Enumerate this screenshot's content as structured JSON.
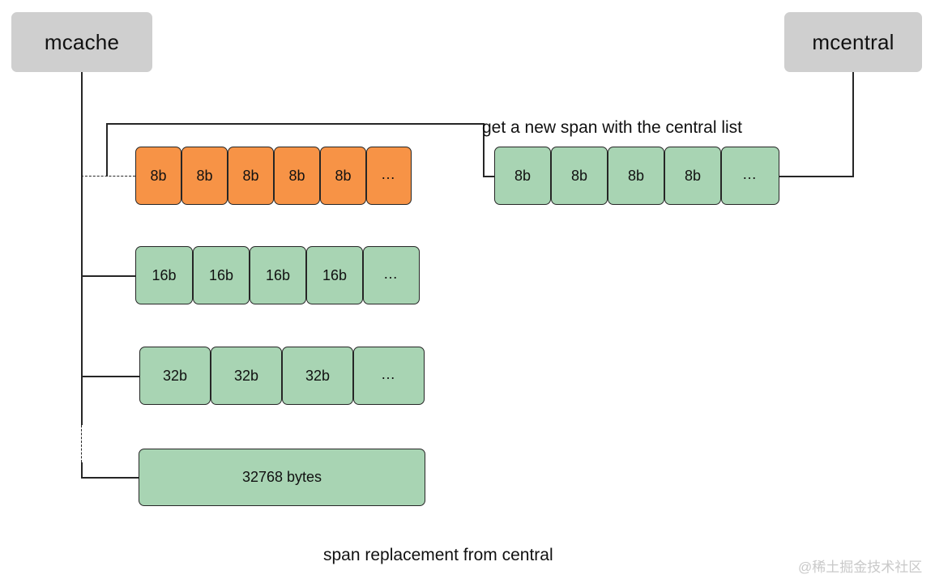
{
  "diagram": {
    "title_caption": "span replacement from central",
    "watermark": "@稀土掘金技术社区",
    "colors": {
      "orange": "#f79346",
      "green": "#a8d4b3",
      "gray": "#cfcfcf",
      "stroke": "#262626",
      "watermark": "#c9c9c9"
    },
    "nodes": {
      "mcache": "mcache",
      "mcentral": "mcentral"
    },
    "annotations": {
      "central_list": "get a new span with the central list"
    },
    "rows": {
      "mcache_8b": {
        "cells": [
          "8b",
          "8b",
          "8b",
          "8b",
          "8b",
          "…"
        ],
        "fill": "orange"
      },
      "mcache_16b": {
        "cells": [
          "16b",
          "16b",
          "16b",
          "16b",
          "…"
        ],
        "fill": "green"
      },
      "mcache_32b": {
        "cells": [
          "32b",
          "32b",
          "32b",
          "…"
        ],
        "fill": "green"
      },
      "mcache_large": {
        "cells": [
          "32768 bytes"
        ],
        "fill": "green"
      },
      "mcentral_8b": {
        "cells": [
          "8b",
          "8b",
          "8b",
          "8b",
          "…"
        ],
        "fill": "green"
      }
    }
  }
}
